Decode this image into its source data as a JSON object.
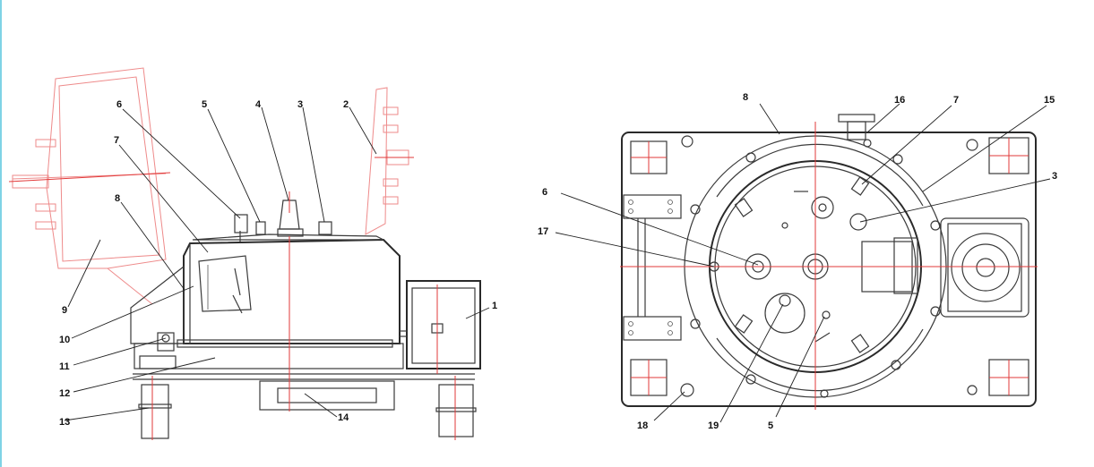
{
  "side_view": {
    "callouts": [
      "1",
      "2",
      "3",
      "4",
      "5",
      "6",
      "7",
      "8",
      "9",
      "10",
      "11",
      "12",
      "13",
      "14"
    ]
  },
  "top_view": {
    "callouts": [
      "8",
      "16",
      "7",
      "15",
      "3",
      "6",
      "17",
      "18",
      "19",
      "5"
    ]
  },
  "colors": {
    "outline": "#3a3a3a",
    "centerline": "#e23a3a",
    "open_lid": "#ee8a8a"
  }
}
